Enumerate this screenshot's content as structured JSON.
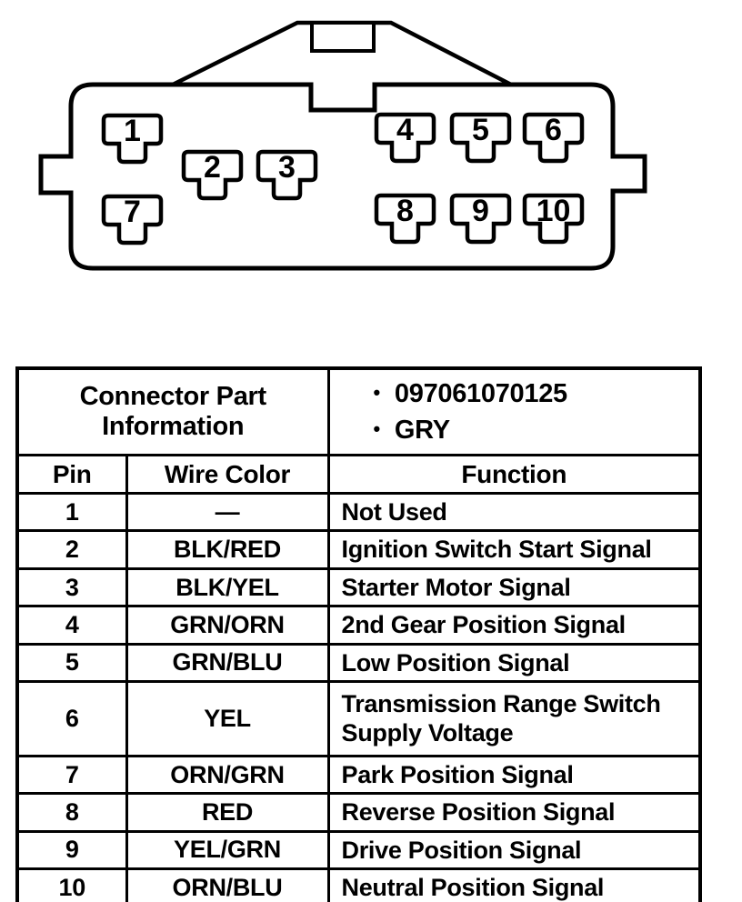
{
  "page": {
    "background": "#ffffff",
    "ink": "#000000"
  },
  "connector_diagram": {
    "pins": [
      {
        "label": "1"
      },
      {
        "label": "2"
      },
      {
        "label": "3"
      },
      {
        "label": "4"
      },
      {
        "label": "5"
      },
      {
        "label": "6"
      },
      {
        "label": "7"
      },
      {
        "label": "8"
      },
      {
        "label": "9"
      },
      {
        "label": "10"
      }
    ]
  },
  "info_table": {
    "part_info_title": "Connector Part Information",
    "bullet_char": "•",
    "part_details": [
      "097061070125",
      "GRY"
    ],
    "column_headers": {
      "pin": "Pin",
      "wire_color": "Wire Color",
      "function": "Function"
    },
    "rows": [
      {
        "pin": "1",
        "wire_color": "—",
        "function": "Not Used"
      },
      {
        "pin": "2",
        "wire_color": "BLK/RED",
        "function": "Ignition Switch Start Signal"
      },
      {
        "pin": "3",
        "wire_color": "BLK/YEL",
        "function": "Starter Motor Signal"
      },
      {
        "pin": "4",
        "wire_color": "GRN/ORN",
        "function": "2nd Gear Position Signal"
      },
      {
        "pin": "5",
        "wire_color": "GRN/BLU",
        "function": "Low Position Signal"
      },
      {
        "pin": "6",
        "wire_color": "YEL",
        "function": "Transmission Range Switch Supply Voltage"
      },
      {
        "pin": "7",
        "wire_color": "ORN/GRN",
        "function": "Park Position Signal"
      },
      {
        "pin": "8",
        "wire_color": "RED",
        "function": "Reverse Position Signal"
      },
      {
        "pin": "9",
        "wire_color": "YEL/GRN",
        "function": "Drive Position Signal"
      },
      {
        "pin": "10",
        "wire_color": "ORN/BLU",
        "function": "Neutral Position Signal"
      }
    ]
  }
}
